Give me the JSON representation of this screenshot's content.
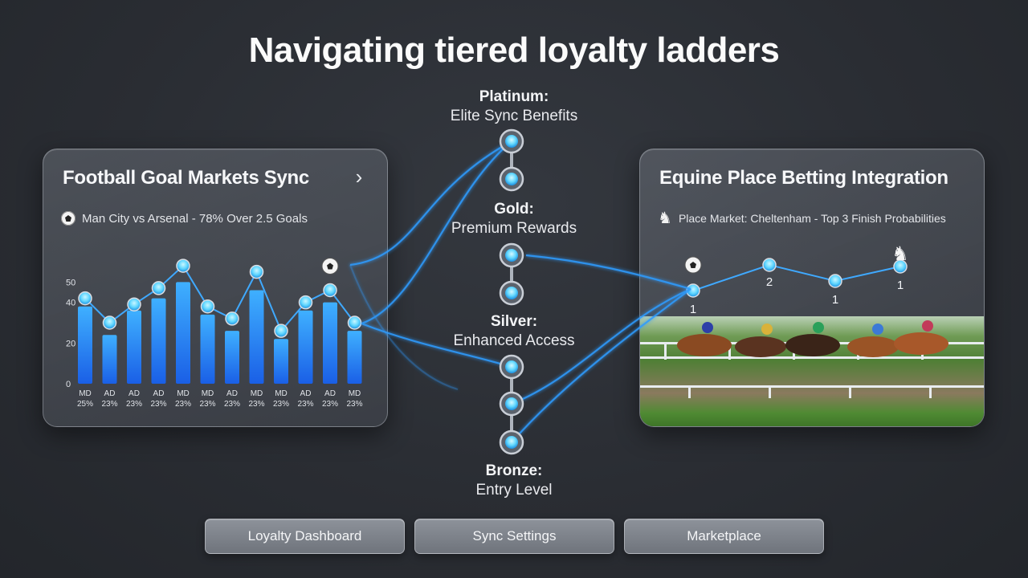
{
  "title": "Navigating tiered loyalty ladders",
  "left_card": {
    "title": "Football Goal Markets Sync",
    "subtitle": "Man City vs Arsenal - 78% Over 2.5 Goals",
    "chevron_icon": "chevron-right-icon",
    "subtitle_icon": "soccer-ball-icon"
  },
  "right_card": {
    "title": "Equine Place Betting Integration",
    "subtitle": "Place Market: Cheltenham - Top 3 Finish Probabilities",
    "subtitle_icon": "horse-head-icon",
    "points": [
      {
        "label": "1",
        "icon": "soccer-ball-icon"
      },
      {
        "label": "2",
        "icon": ""
      },
      {
        "label": "1",
        "icon": ""
      },
      {
        "label": "1",
        "icon": "horse-head-icon"
      }
    ]
  },
  "tiers": [
    {
      "name": "Platinum:",
      "desc": "Elite Sync Benefits"
    },
    {
      "name": "Gold:",
      "desc": "Premium Rewards"
    },
    {
      "name": "Silver:",
      "desc": "Enhanced Access"
    },
    {
      "name": "Bronze:",
      "desc": "Entry Level"
    }
  ],
  "buttons": {
    "dashboard": "Loyalty Dashboard",
    "sync": "Sync Settings",
    "marketplace": "Marketplace"
  },
  "colors": {
    "accent": "#2f9cff",
    "bar_top": "#3aa8ff",
    "bar_bottom": "#1a63e6",
    "node": "#6fe0ff"
  },
  "chart_data": {
    "type": "bar",
    "yticks": [
      "50",
      "40",
      "20",
      "0"
    ],
    "ylim": [
      0,
      60
    ],
    "categories": [
      [
        "MD",
        "25%"
      ],
      [
        "AD",
        "23%"
      ],
      [
        "AD",
        "23%"
      ],
      [
        "AD",
        "23%"
      ],
      [
        "MD",
        "23%"
      ],
      [
        "MD",
        "23%"
      ],
      [
        "AD",
        "23%"
      ],
      [
        "MD",
        "23%"
      ],
      [
        "MD",
        "23%"
      ],
      [
        "AD",
        "23%"
      ],
      [
        "AD",
        "23%"
      ],
      [
        "MD",
        "23%"
      ]
    ],
    "values": [
      38,
      24,
      36,
      42,
      50,
      34,
      26,
      46,
      22,
      36,
      40,
      26
    ],
    "line": [
      42,
      30,
      39,
      47,
      58,
      38,
      32,
      55,
      26,
      40,
      46,
      30
    ]
  }
}
